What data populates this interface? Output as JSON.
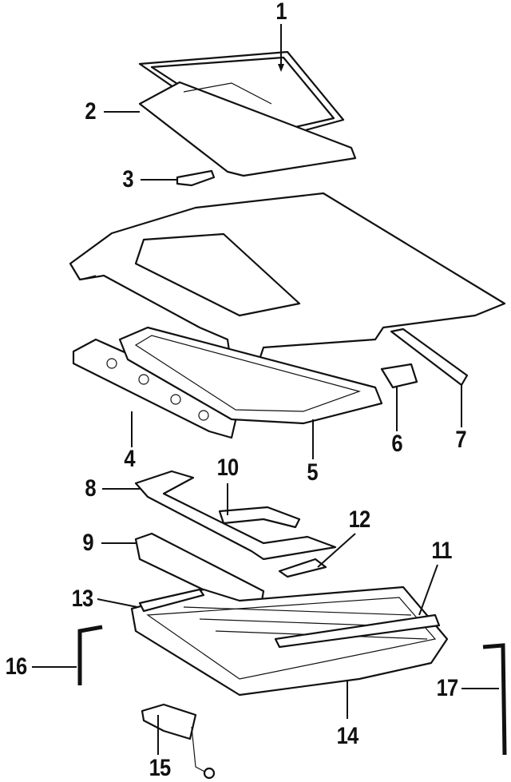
{
  "diagram": {
    "type": "exploded parts diagram",
    "callouts": [
      "1",
      "2",
      "3",
      "4",
      "5",
      "6",
      "7",
      "8",
      "9",
      "10",
      "11",
      "12",
      "13",
      "14",
      "15",
      "16",
      "17"
    ]
  }
}
